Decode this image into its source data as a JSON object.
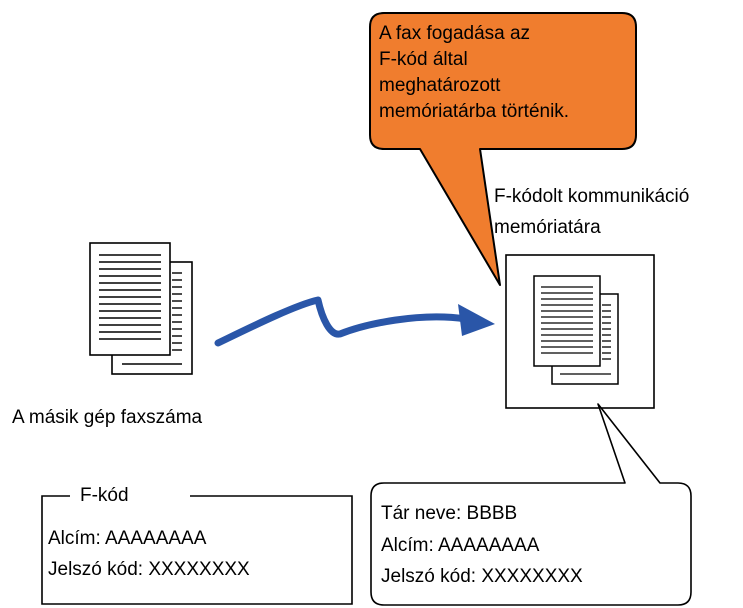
{
  "callout": {
    "lines": [
      "A fax fogadása az",
      "F-kód által",
      "meghatározott",
      "memóriatárba történik."
    ],
    "fill": "#f07d2e",
    "border": "#000000"
  },
  "memory_box": {
    "label_lines": [
      "F-kódolt kommunikáció",
      "memóriatára"
    ]
  },
  "sender": {
    "label": "A másik gép faxszáma"
  },
  "fcode_box": {
    "legend": "F-kód",
    "subaddress": "Alcím: AAAAAAAA",
    "password": "Jelszó kód: XXXXXXXX"
  },
  "info_bubble": {
    "box_name": "Tár neve: BBBB",
    "subaddress": "Alcím: AAAAAAAA",
    "password": "Jelszó kód: XXXXXXXX"
  },
  "colors": {
    "arrow": "#2a56a8",
    "line": "#000000"
  },
  "icons": [
    "document-stack-icon",
    "document-stack-icon",
    "transmission-arrow-icon"
  ]
}
